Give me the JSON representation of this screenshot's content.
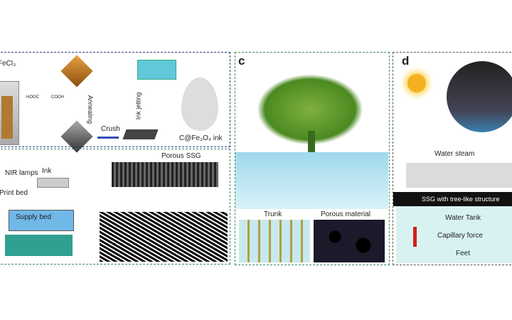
{
  "panel_b_top": {
    "fecl3": "FeCl₃",
    "hooc": "HOOC",
    "cooh": "COOH",
    "annealing": "Annealing",
    "crush": "Crush",
    "ink_jetting": "Ink jetting",
    "ink": "C@Fe₃O₄ ink"
  },
  "panel_b_bottom": {
    "nir": "NIR lamps",
    "ink": "Ink",
    "print_bed": "Print bed",
    "supply_bed": "Supply bed",
    "porous_ssg": "Porous SSG"
  },
  "panel_c": {
    "letter": "c",
    "trunk": "Trunk",
    "porous": "Porous material"
  },
  "panel_d": {
    "letter": "d",
    "steam": "Water steam",
    "ssg": "SSG with tree-like structure",
    "tank": "Water Tank",
    "capillary": "Capillary force",
    "feet": "Feet"
  },
  "colors": {
    "blue_border": "#2a3a7a",
    "green_border": "#3a8a5a",
    "water": "#cfeef5",
    "arrow": "#c8763a",
    "red": "#d0201a"
  }
}
